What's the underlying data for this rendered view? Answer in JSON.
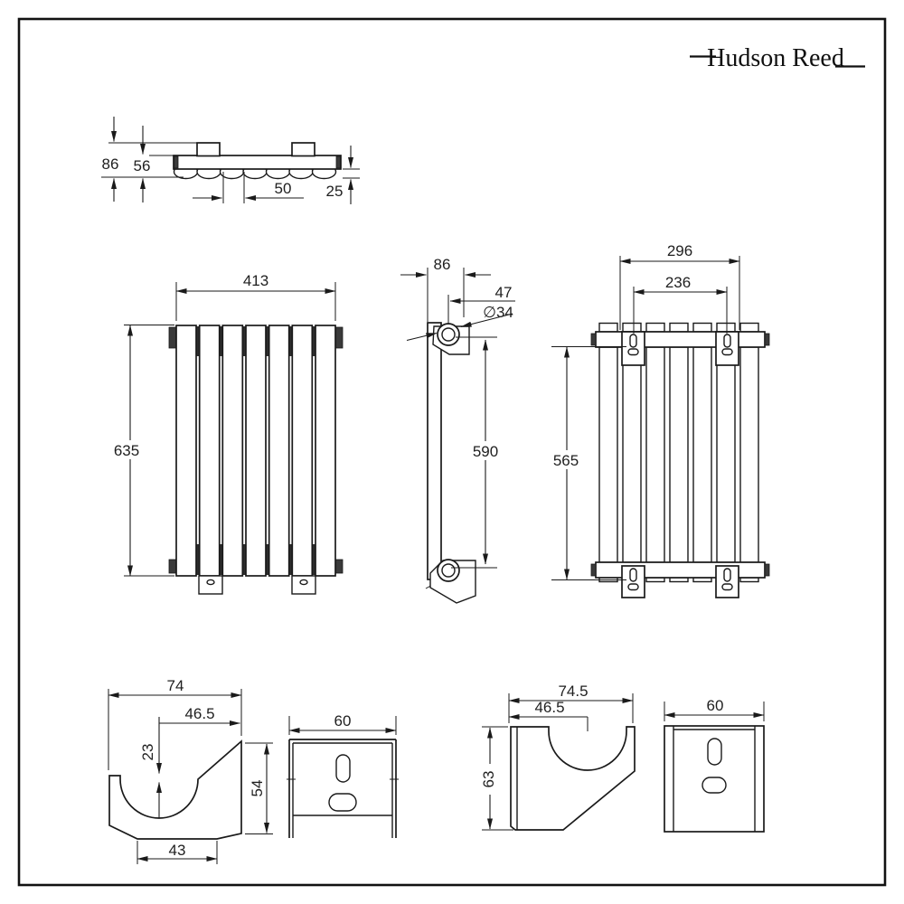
{
  "brand": {
    "name": "Hudson Reed"
  },
  "appearance": {
    "line_color": "#1a1a1a",
    "background": "#ffffff",
    "shadow_fill": "#3a3a3a"
  },
  "top_view": {
    "overall_depth": "86",
    "body_depth": "56",
    "column_pitch": "50",
    "edge_offset": "25"
  },
  "front_view": {
    "width": "413",
    "height": "635"
  },
  "side_view": {
    "depth": "86",
    "wall_offset": "47",
    "column_diameter": "∅34",
    "bracket_centres": "590"
  },
  "rear_view": {
    "bracket_width": "296",
    "slot_centres": "236",
    "bracket_height": "565"
  },
  "bracket_left_profile": {
    "width": "74",
    "centre_offset": "46.5",
    "cutout_depth": "23",
    "base_width": "43",
    "height": "54"
  },
  "bracket_left_face": {
    "width": "60"
  },
  "bracket_right_profile": {
    "width": "74.5",
    "centre_offset": "46.5",
    "height": "63"
  },
  "bracket_right_face": {
    "width": "60"
  }
}
